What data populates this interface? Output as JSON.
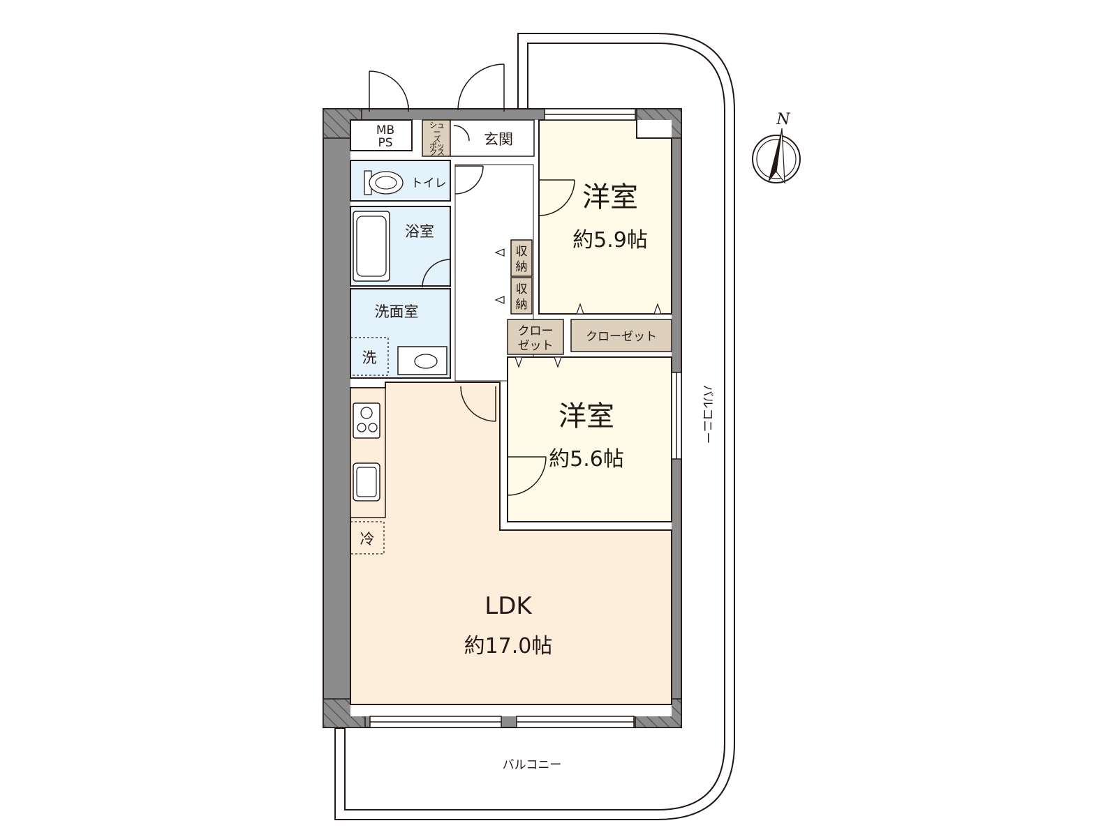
{
  "rooms": {
    "western_room_1": {
      "name": "洋室",
      "area": "約5.9帖"
    },
    "western_room_2": {
      "name": "洋室",
      "area": "約5.6帖"
    },
    "ldk": {
      "name": "LDK",
      "area": "約17.0帖"
    },
    "entrance": "玄関",
    "toilet": "トイレ",
    "bathroom": "浴室",
    "washroom": "洗面室",
    "mbps_line1": "MB",
    "mbps_line2": "PS",
    "shoebox": [
      "シュ",
      "ー",
      "ズ",
      "ボッ",
      "クス"
    ],
    "storage_1": [
      "収",
      "納"
    ],
    "storage_2": [
      "収",
      "納"
    ],
    "closet_small": [
      "クロー",
      "ゼット"
    ],
    "closet_wide": "クローゼット",
    "washer": "洗",
    "fridge": "冷"
  },
  "balconies": {
    "bottom": "バルコニー",
    "right": "バルコニー"
  },
  "compass": {
    "label": "N"
  },
  "colors": {
    "wall": "#8c8c8c",
    "wall_dark": "#595757",
    "western_room": "#fefce8",
    "ldk": "#fdeedb",
    "wet_area": "#e4f2fb",
    "storage": "#ddd1bd",
    "line": "#231815"
  }
}
